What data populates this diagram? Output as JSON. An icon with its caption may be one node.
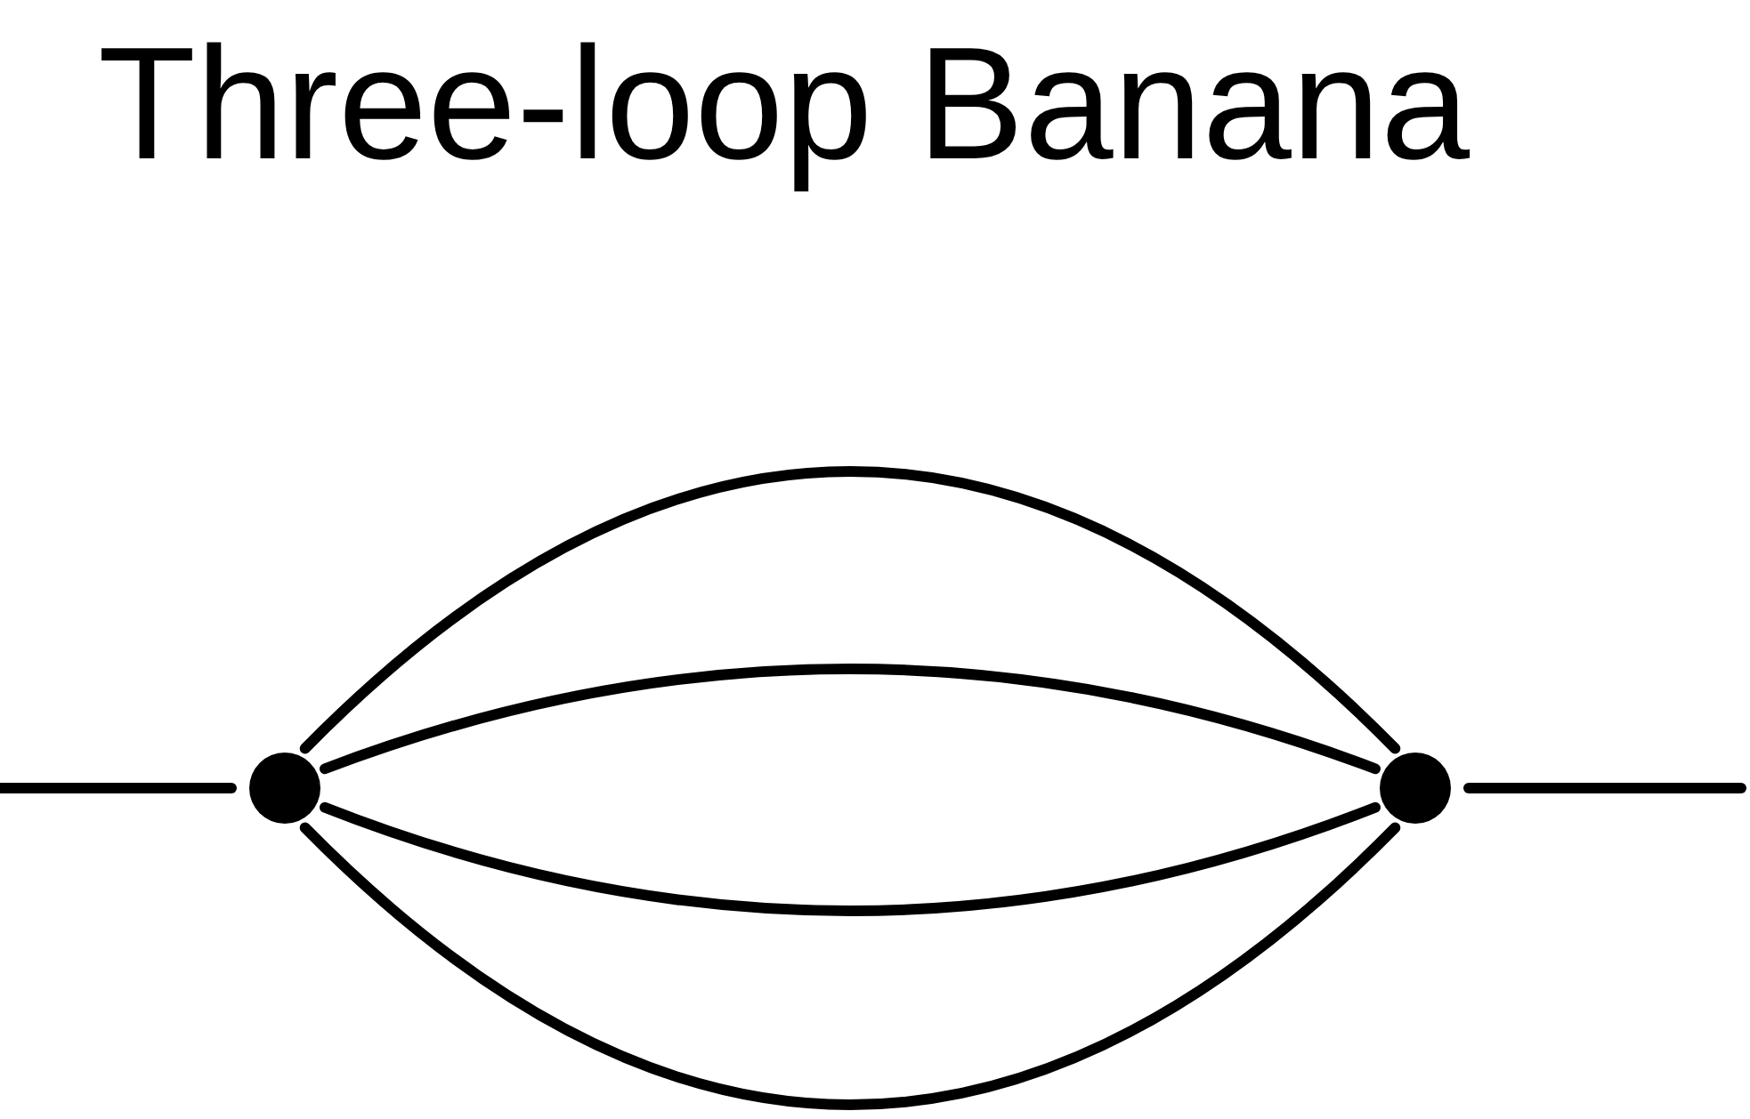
{
  "diagram": {
    "title": "Three-loop Banana",
    "nodes": [
      {
        "text": [],
        "shape": "circle"
      },
      {
        "text": [],
        "shape": "circle"
      }
    ],
    "edges": [
      {
        "from": null,
        "to": 0,
        "arrow": "none"
      },
      {
        "from": 0,
        "to": 1,
        "arrow": "none"
      },
      {
        "from": 0,
        "to": 1,
        "arrow": "none"
      },
      {
        "from": 0,
        "to": 1,
        "arrow": "none"
      },
      {
        "from": 0,
        "to": 1,
        "arrow": "none"
      },
      {
        "from": 1,
        "to": null,
        "arrow": "none"
      }
    ]
  }
}
